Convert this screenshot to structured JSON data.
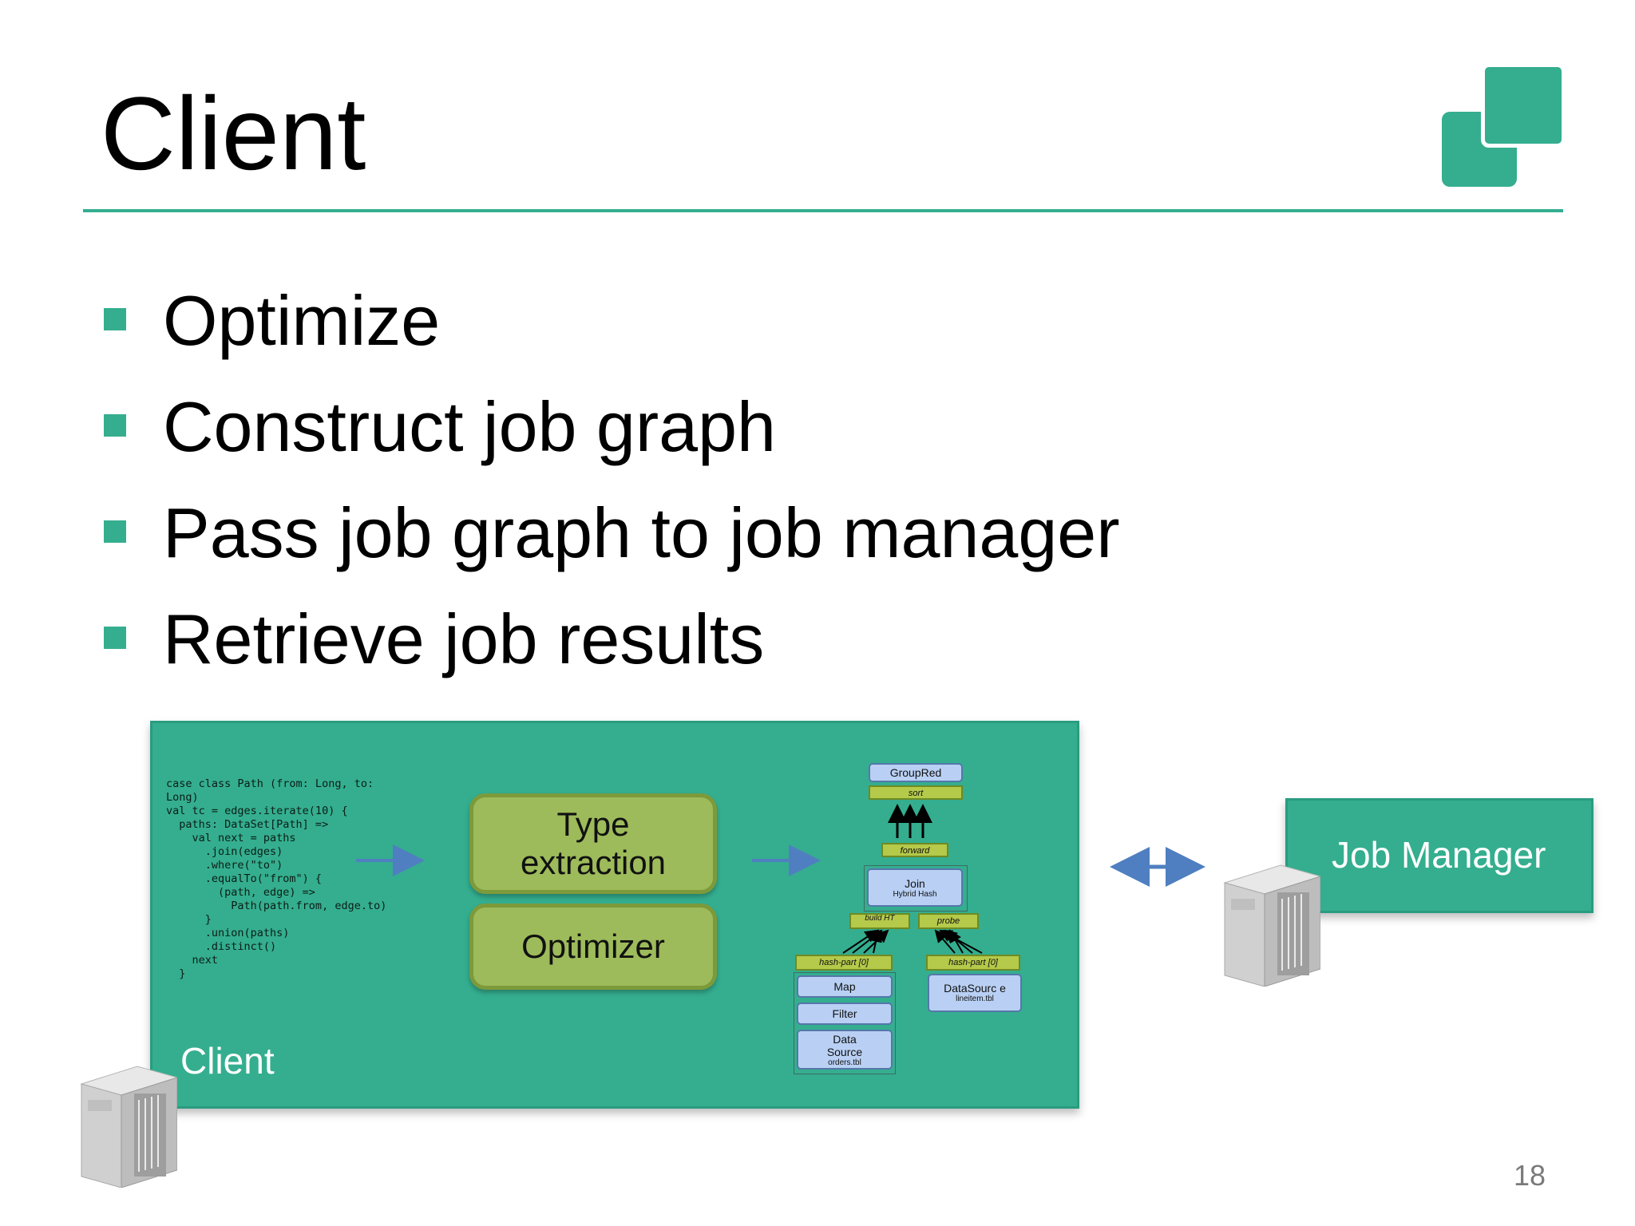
{
  "slide": {
    "title": "Client",
    "page_number": "18",
    "accent_color": "#34ae8f",
    "bullets": [
      "Optimize",
      "Construct job graph",
      "Pass job graph to job manager",
      "Retrieve job results"
    ]
  },
  "diagram": {
    "client_label": "Client",
    "job_manager_label": "Job Manager",
    "code_lines": [
      "case class Path (from: Long, to:",
      "Long)",
      "val tc = edges.iterate(10) {",
      "  paths: DataSet[Path] =>",
      "    val next = paths",
      "      .join(edges)",
      "      .where(\"to\")",
      "      .equalTo(\"from\") {",
      "        (path, edge) =>",
      "          Path(path.from, edge.to)",
      "      }",
      "      .union(paths)",
      "      .distinct()",
      "    next",
      "  }"
    ],
    "type_extraction_label": "Type\nextraction",
    "optimizer_label": "Optimizer",
    "plan": {
      "groupred": "GroupRed",
      "sort": "sort",
      "forward": "forward",
      "join": "Join",
      "join_sub": "Hybrid Hash",
      "build": "build HT",
      "probe": "probe",
      "hash_part_left": "hash-part [0]",
      "hash_part_right": "hash-part [0]",
      "map": "Map",
      "filter": "Filter",
      "datasource_left": "Data Source",
      "datasource_left_sub": "orders.tbl",
      "datasource_right": "DataSourc e",
      "datasource_right_sub": "lineitem.tbl"
    }
  }
}
